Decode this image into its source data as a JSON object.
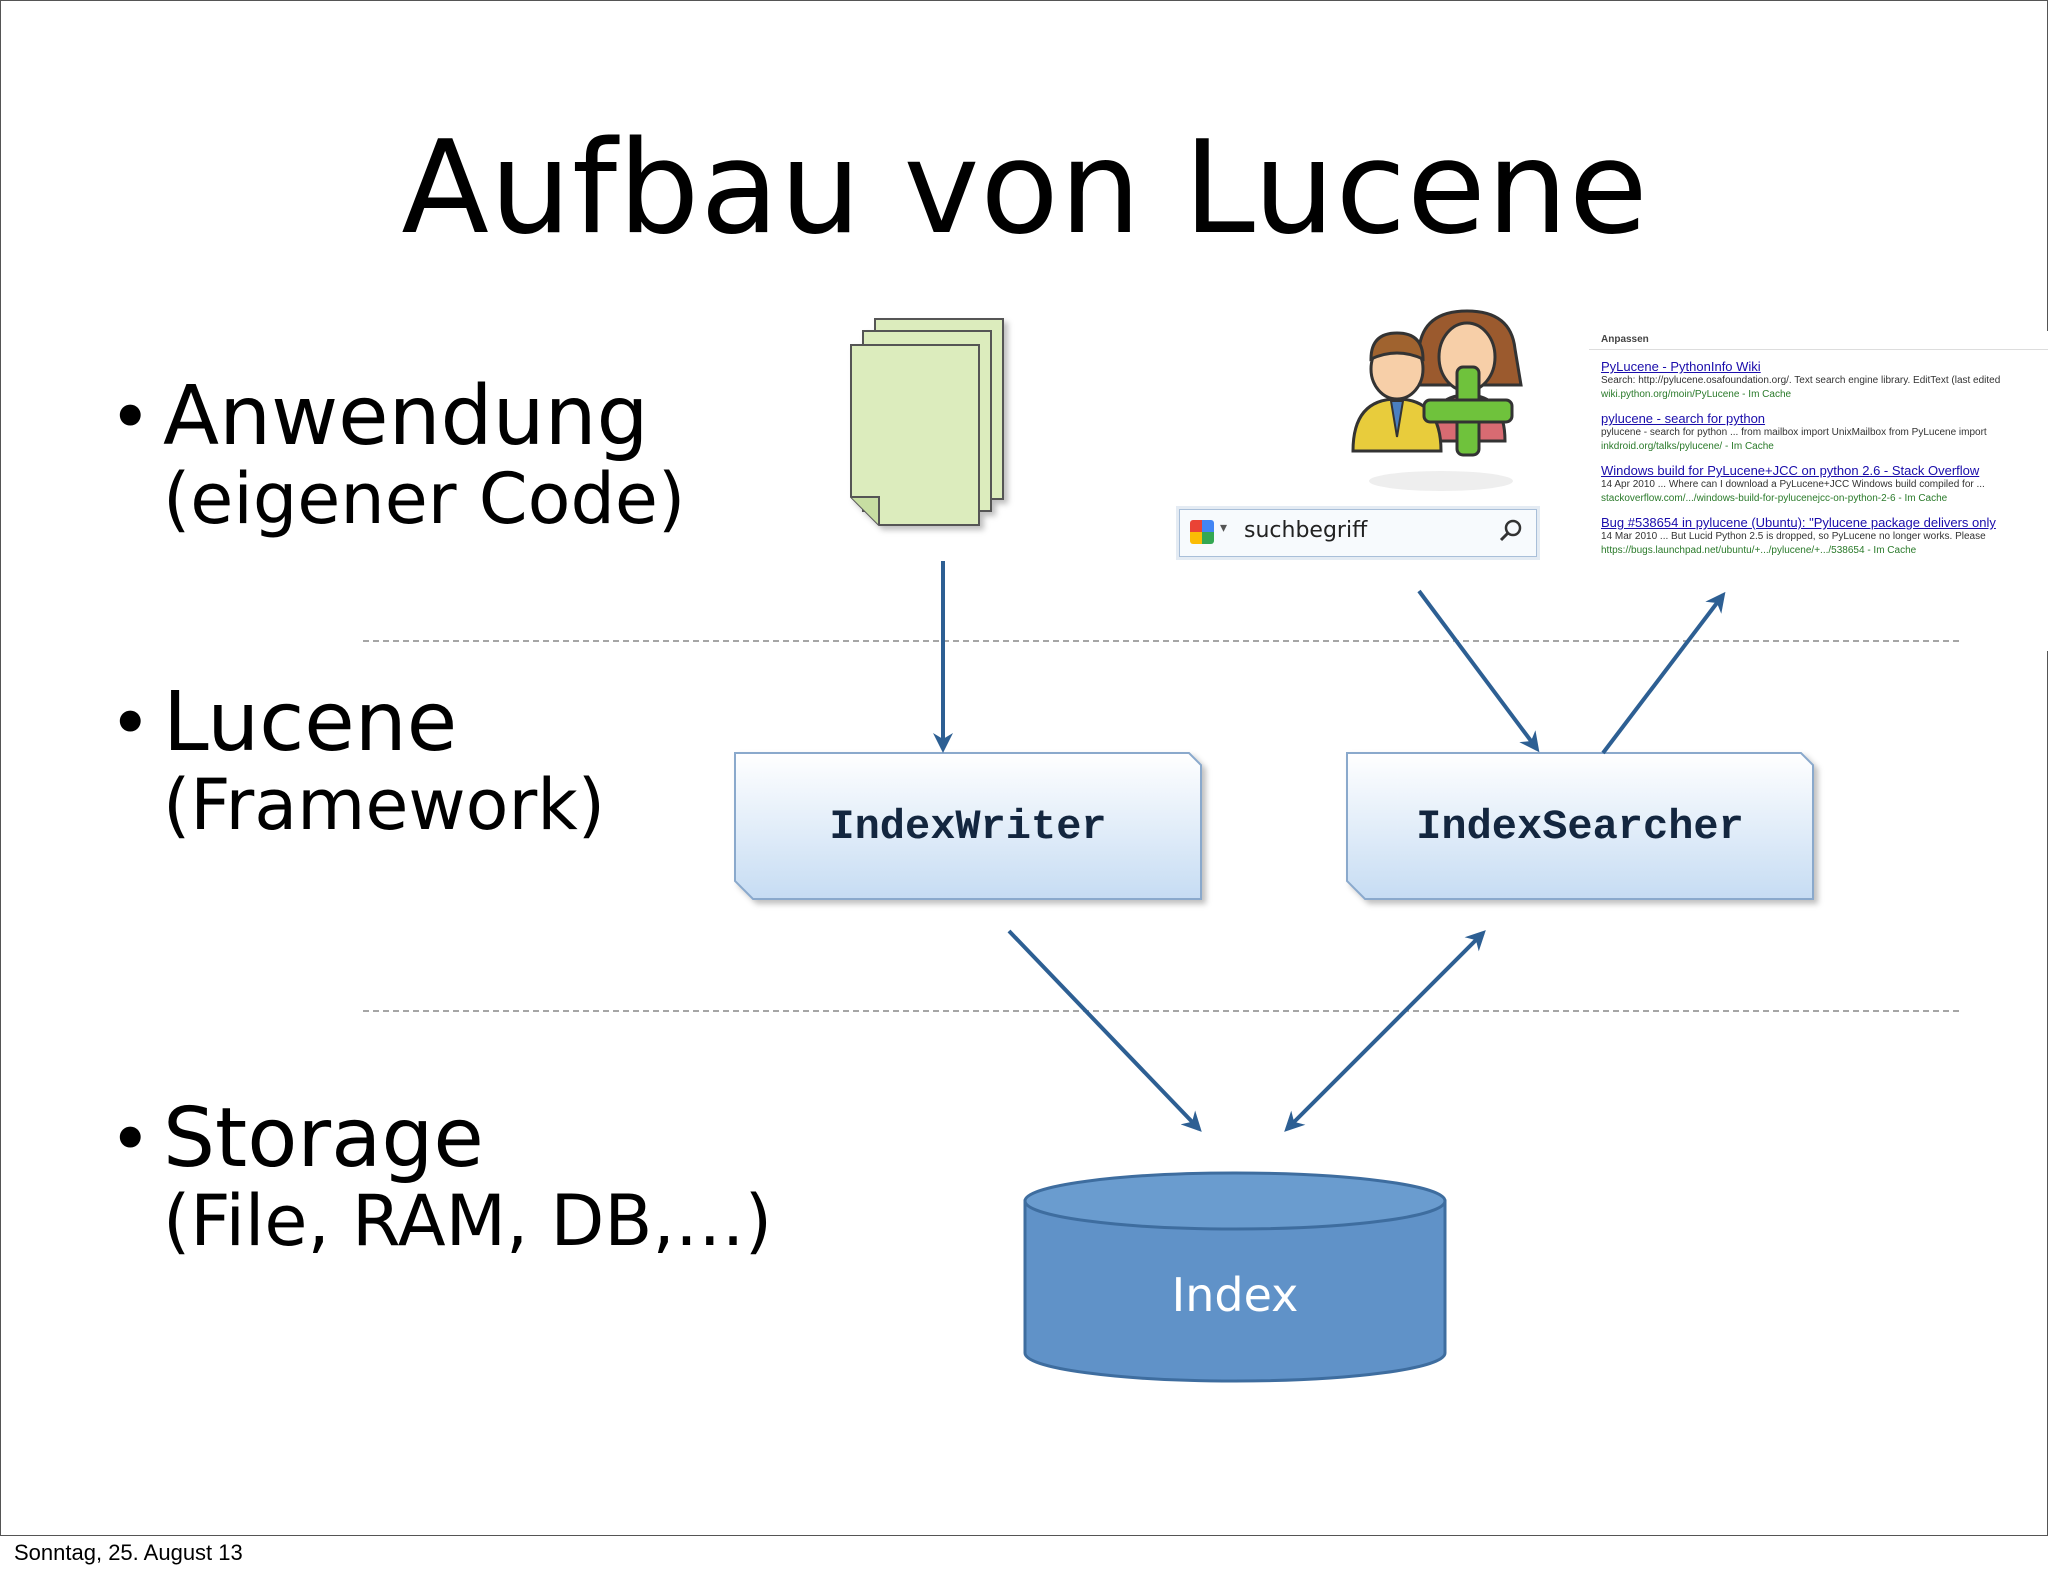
{
  "slide": {
    "title": "Aufbau von Lucene",
    "bullets": [
      {
        "main": "Anwendung",
        "sub": "(eigener Code)"
      },
      {
        "main": "Lucene",
        "sub": "(Framework)"
      },
      {
        "main": "Storage",
        "sub": "(File, RAM, DB,…)"
      }
    ],
    "bullet_char": "•"
  },
  "diagram": {
    "nodes": {
      "index_writer": "IndexWriter",
      "index_searcher": "IndexSearcher",
      "index": "Index"
    },
    "search_term": "suchbegriff",
    "icons": [
      "documents-icon",
      "users-add-icon",
      "google-search-icon",
      "search-results-icon"
    ],
    "colors": {
      "arrow": "#2d5f93",
      "box_fill_top": "#ffffff",
      "box_fill_bottom": "#c6dcf3",
      "box_border": "#8aa9cc",
      "cylinder": "#6092c8",
      "cylinder_border": "#3e6d9f",
      "document_fill": "#dcecbd"
    }
  },
  "results": {
    "header": "Anpassen",
    "items": [
      {
        "link": "PyLucene - PythonInfo Wiki",
        "snippet": "Search: http://pylucene.osafoundation.org/. Text search engine library. EditText (last edited",
        "url": "wiki.python.org/moin/PyLucene - Im Cache"
      },
      {
        "link": "pylucene - search for python",
        "snippet": "pylucene - search for python ... from mailbox import UnixMailbox from PyLucene import",
        "url": "inkdroid.org/talks/pylucene/ - Im Cache"
      },
      {
        "link": "Windows build for PyLucene+JCC on python 2.6 - Stack Overflow",
        "snippet": "14 Apr 2010 ... Where can I download a PyLucene+JCC Windows build compiled for ...",
        "url": "stackoverflow.com/.../windows-build-for-pylucenejcc-on-python-2-6 - Im Cache"
      },
      {
        "link": "Bug #538654 in pylucene (Ubuntu): \"Pylucene package delivers only",
        "snippet": "14 Mar 2010 ... But Lucid Python 2.5 is dropped, so PyLucene no longer works. Please",
        "url": "https://bugs.launchpad.net/ubuntu/+.../pylucene/+.../538654 - Im Cache"
      }
    ]
  },
  "footer": {
    "date": "Sonntag, 25. August 13"
  }
}
